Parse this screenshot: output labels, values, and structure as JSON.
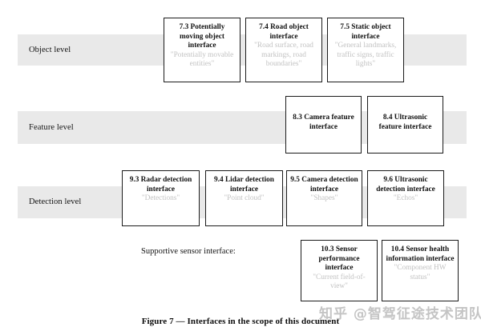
{
  "figure": {
    "caption": "Figure 7 — Interfaces in the scope of this document",
    "watermark": "知乎 @智驾征途技术团队",
    "band_color": "#e9e9e9",
    "box_border_color": "#1b1b1b",
    "muted_text_color": "#c2c2c2"
  },
  "levels": [
    {
      "label": "Object level"
    },
    {
      "label": "Feature level"
    },
    {
      "label": "Detection level"
    }
  ],
  "supportive": {
    "label": "Supportive sensor interface:"
  },
  "boxes": {
    "object_level": [
      {
        "title": "7.3 Potentially moving object interface",
        "sub": "\"Potentially movable entities\""
      },
      {
        "title": "7.4 Road object interface",
        "sub": "\"Road surface, road markings, road boundaries\""
      },
      {
        "title": "7.5 Static object interface",
        "sub": "\"General landmarks, traffic signs, traffic lights\""
      }
    ],
    "feature_level": [
      {
        "title": "8.3 Camera feature interface",
        "sub": ""
      },
      {
        "title": "8.4 Ultrasonic feature interface",
        "sub": ""
      }
    ],
    "detection_level": [
      {
        "title": "9.3 Radar detection interface",
        "sub": "\"Detections\""
      },
      {
        "title": "9.4 Lidar detection interface",
        "sub": "\"Point cloud\""
      },
      {
        "title": "9.5 Camera detection interface",
        "sub": "\"Shapes\""
      },
      {
        "title": "9.6 Ultrasonic detection interface",
        "sub": "\"Echos\""
      }
    ],
    "supportive_level": [
      {
        "title": "10.3 Sensor performance interface",
        "sub": "\"Current field-of-view\""
      },
      {
        "title": "10.4 Sensor health information interface",
        "sub": "\"Component HW status\""
      }
    ]
  }
}
